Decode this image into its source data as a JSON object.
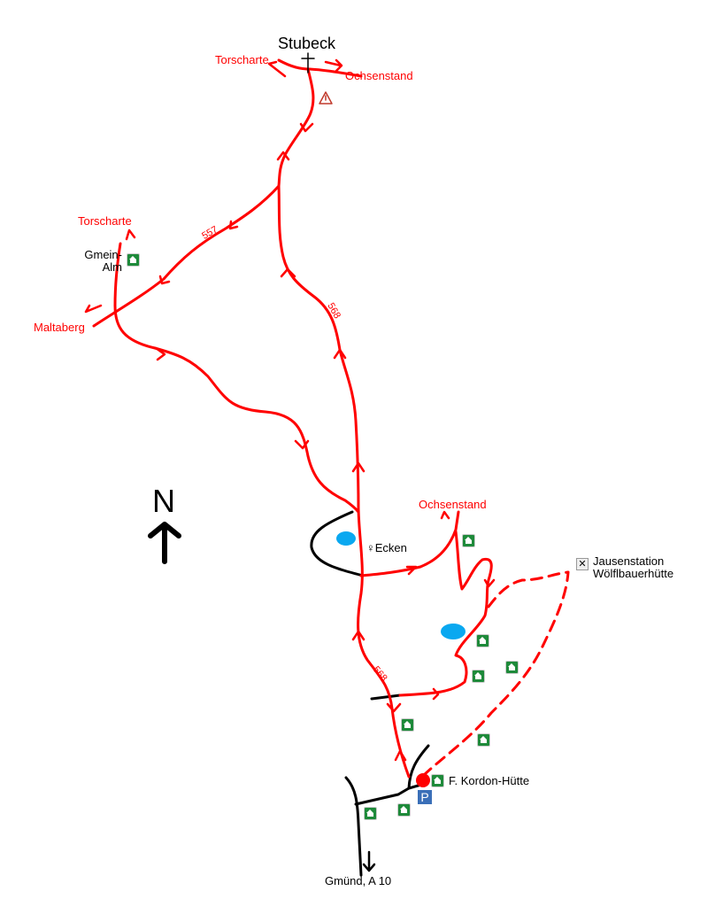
{
  "places": {
    "stubeck": "Stubeck",
    "torscharte_top": "Torscharte",
    "ochsenstand_top": "Ochsenstand",
    "torscharte_west": "Torscharte",
    "gein_alm": "Gmein-\nAlm",
    "maltaberg": "Maltaberg",
    "ecken": "Ecken",
    "ochsenstand_east": "Ochsenstand",
    "jausenstation": "Jausenstation\nWölflbauerhütte",
    "kordon": "F. Kordon-Hütte",
    "gmuend": "Gmünd, A 10"
  },
  "trail_numbers": {
    "t557": "557",
    "t568_north": "568",
    "t568_south": "568"
  },
  "north_label": "N",
  "parking_label": "P",
  "colors": {
    "trail": "#ff0000",
    "road": "#000000",
    "lake": "#0aa8f0",
    "hut": "#1e8a3a",
    "parking": "#3a6fb8"
  }
}
